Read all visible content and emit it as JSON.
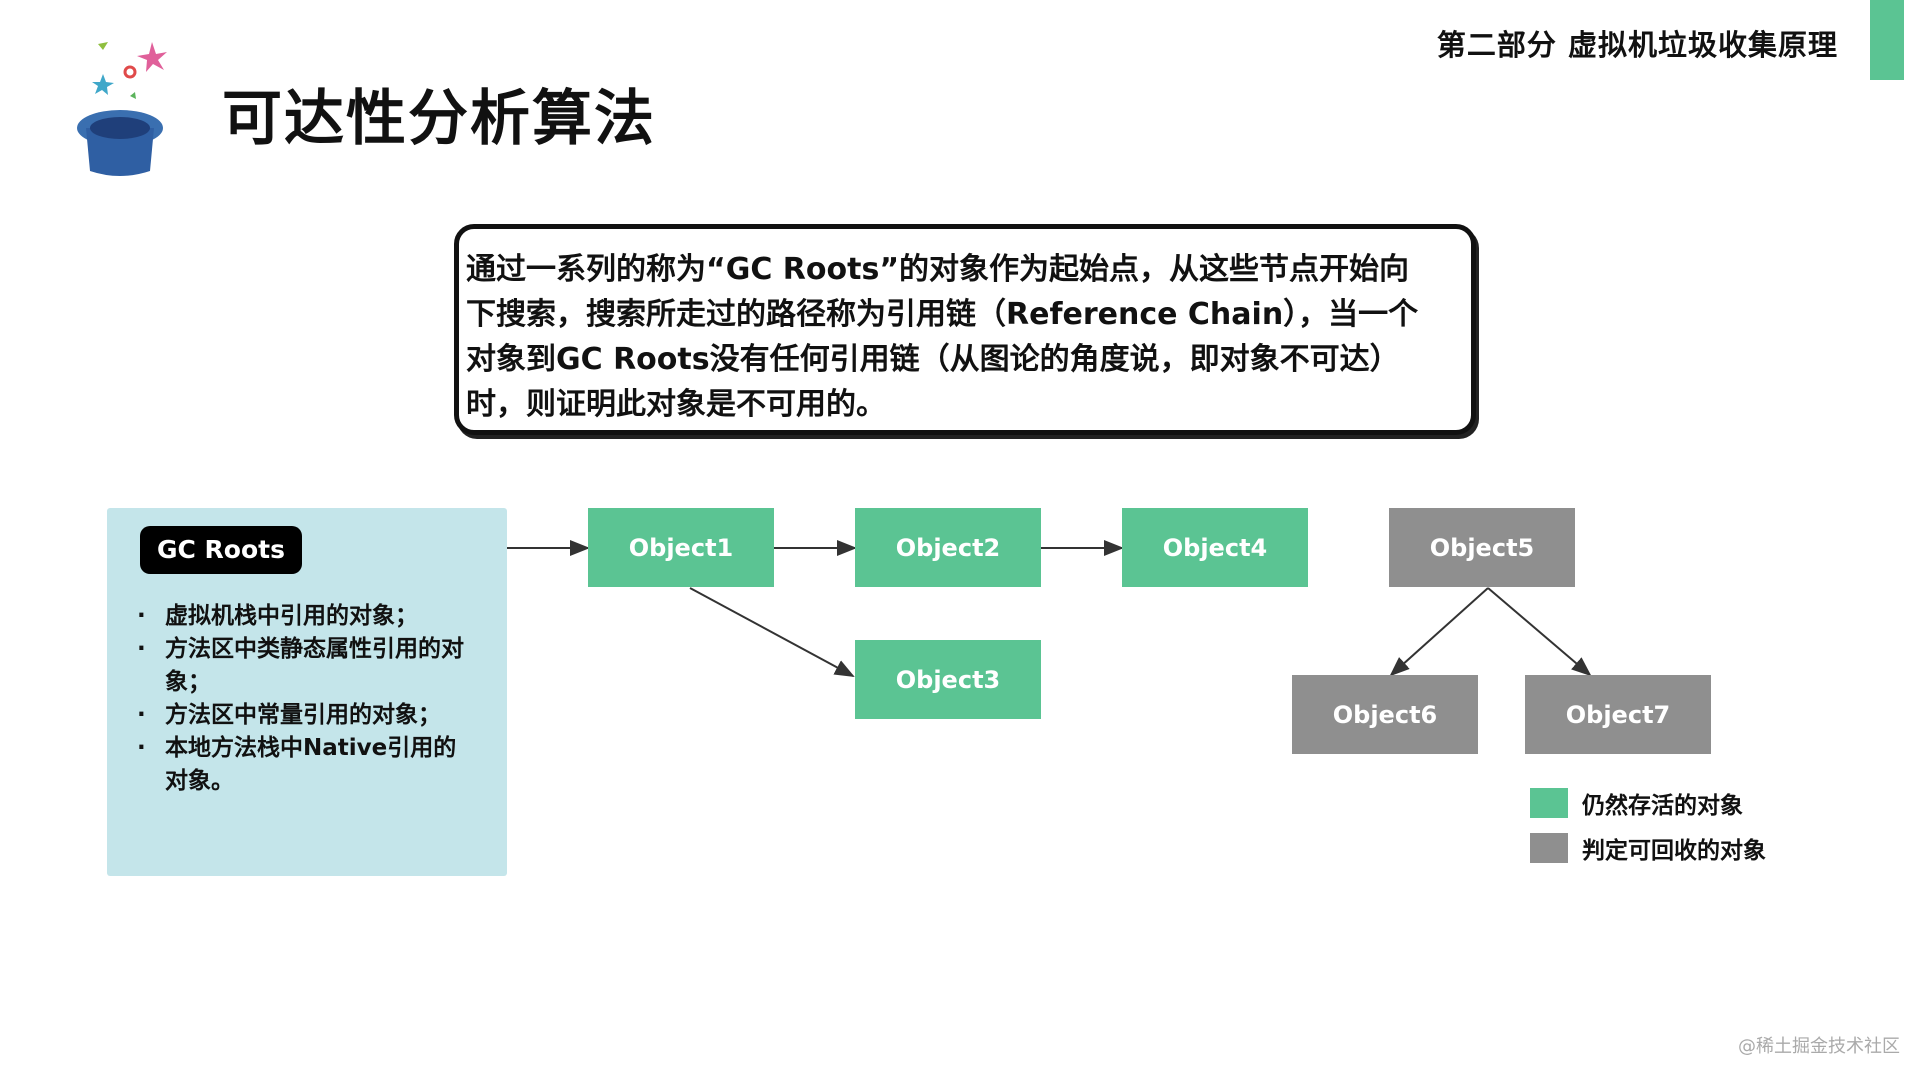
{
  "header": {
    "section": "第二部分 虚拟机垃圾收集原理",
    "accent_color": "#5bc493"
  },
  "title": "可达性分析算法",
  "definition": {
    "lines": [
      "通过一系列的称为“GC Roots”的对象作为起始点，从这些节点开始向",
      "下搜索，搜索所走过的路径称为引用链（Reference Chain），当一个",
      "对象到GC Roots没有任何引用链（从图论的角度说，即对象不可达）",
      "时，则证明此对象是不可用的。"
    ]
  },
  "gc_roots": {
    "title": "GC Roots",
    "items": [
      "虚拟机栈中引用的对象；",
      "方法区中类静态属性引用的对象；",
      "方法区中常量引用的对象；",
      "本地方法栈中Native引用的对象。"
    ]
  },
  "nodes": {
    "object1": "Object1",
    "object2": "Object2",
    "object3": "Object3",
    "object4": "Object4",
    "object5": "Object5",
    "object6": "Object6",
    "object7": "Object7"
  },
  "colors": {
    "alive": "#5bc493",
    "dead": "#8f8f8f",
    "roots_panel": "#c4e5ea"
  },
  "legend": {
    "alive_label": "仍然存活的对象",
    "dead_label": "判定可回收的对象"
  },
  "watermark": "@稀土掘金技术社区"
}
